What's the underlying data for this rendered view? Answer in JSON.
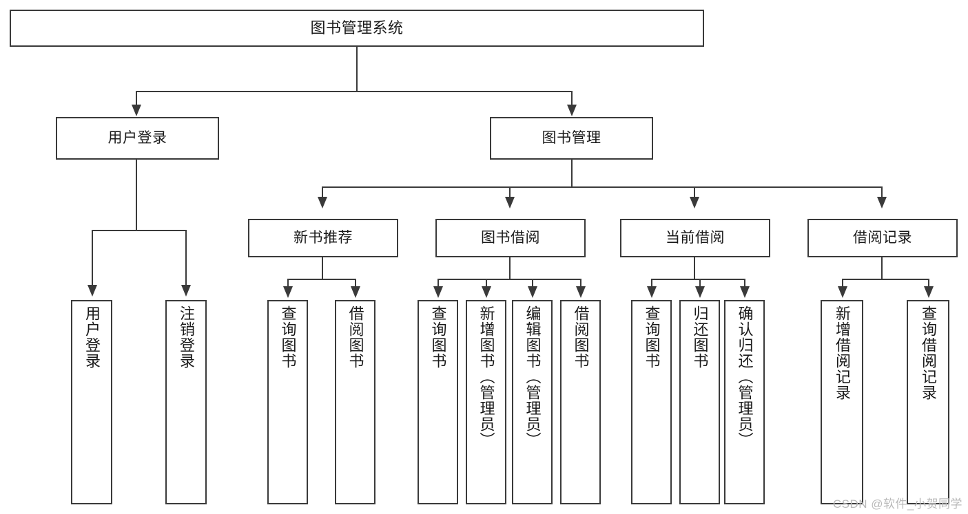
{
  "diagram": {
    "type": "tree",
    "title": "图书管理系统",
    "watermark": "CSDN @软件_小贺同学",
    "root": {
      "label": "图书管理系统"
    },
    "level1": [
      {
        "label": "用户登录"
      },
      {
        "label": "图书管理"
      }
    ],
    "level2": [
      {
        "label": "新书推荐"
      },
      {
        "label": "图书借阅"
      },
      {
        "label": "当前借阅"
      },
      {
        "label": "借阅记录"
      }
    ],
    "leaves": {
      "user_login": [
        {
          "label": "用户登录"
        },
        {
          "label": "注销登录"
        }
      ],
      "new_book_recommend": [
        {
          "label": "查询图书"
        },
        {
          "label": "借阅图书"
        }
      ],
      "book_borrow": [
        {
          "label": "查询图书"
        },
        {
          "label": "新增图书（管理员）"
        },
        {
          "label": "编辑图书（管理员）"
        },
        {
          "label": "借阅图书"
        }
      ],
      "current_borrow": [
        {
          "label": "查询图书"
        },
        {
          "label": "归还图书"
        },
        {
          "label": "确认归还（管理员）"
        }
      ],
      "borrow_records": [
        {
          "label": "新增借阅记录"
        },
        {
          "label": "查询借阅记录"
        }
      ]
    },
    "colors": {
      "stroke": "#3a3a3a",
      "fill": "#ffffff",
      "text": "#1a1a1a",
      "watermark": "#b9b9b9"
    }
  }
}
